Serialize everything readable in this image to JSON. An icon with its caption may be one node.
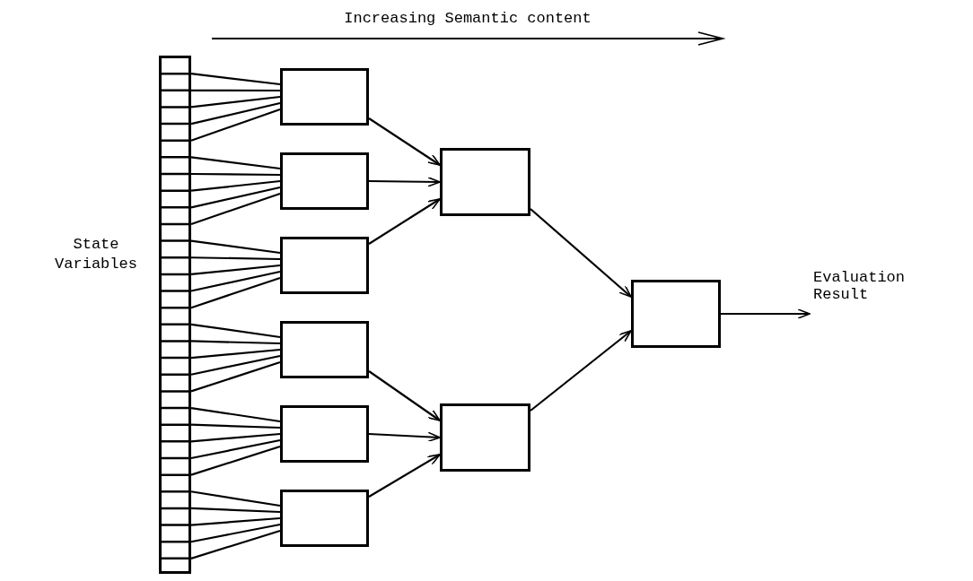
{
  "diagram": {
    "nodes": [
      {
        "text": [],
        "shape": "bar",
        "beside": [
          "State Variables"
        ]
      },
      {
        "text": [],
        "shape": "box"
      },
      {
        "text": [],
        "shape": "box"
      },
      {
        "text": [],
        "shape": "box"
      },
      {
        "text": [],
        "shape": "box"
      },
      {
        "text": [],
        "shape": "box"
      },
      {
        "text": [],
        "shape": "box"
      },
      {
        "text": [],
        "shape": "box"
      },
      {
        "text": [],
        "shape": "box"
      },
      {
        "text": [],
        "shape": "box"
      },
      {
        "text": [
          "Evaluation Result"
        ]
      }
    ],
    "edges": [
      {
        "from": 0,
        "to": 1,
        "arrow": "none"
      },
      {
        "from": 0,
        "to": 1,
        "arrow": "none"
      },
      {
        "from": 0,
        "to": 1,
        "arrow": "none"
      },
      {
        "from": 0,
        "to": 1,
        "arrow": "none"
      },
      {
        "from": 0,
        "to": 1,
        "arrow": "none"
      },
      {
        "from": 0,
        "to": 2,
        "arrow": "none"
      },
      {
        "from": 0,
        "to": 2,
        "arrow": "none"
      },
      {
        "from": 0,
        "to": 2,
        "arrow": "none"
      },
      {
        "from": 0,
        "to": 2,
        "arrow": "none"
      },
      {
        "from": 0,
        "to": 2,
        "arrow": "none"
      },
      {
        "from": 0,
        "to": 3,
        "arrow": "none"
      },
      {
        "from": 0,
        "to": 3,
        "arrow": "none"
      },
      {
        "from": 0,
        "to": 3,
        "arrow": "none"
      },
      {
        "from": 0,
        "to": 3,
        "arrow": "none"
      },
      {
        "from": 0,
        "to": 3,
        "arrow": "none"
      },
      {
        "from": 0,
        "to": 4,
        "arrow": "none"
      },
      {
        "from": 0,
        "to": 4,
        "arrow": "none"
      },
      {
        "from": 0,
        "to": 4,
        "arrow": "none"
      },
      {
        "from": 0,
        "to": 4,
        "arrow": "none"
      },
      {
        "from": 0,
        "to": 4,
        "arrow": "none"
      },
      {
        "from": 0,
        "to": 5,
        "arrow": "none"
      },
      {
        "from": 0,
        "to": 5,
        "arrow": "none"
      },
      {
        "from": 0,
        "to": 5,
        "arrow": "none"
      },
      {
        "from": 0,
        "to": 5,
        "arrow": "none"
      },
      {
        "from": 0,
        "to": 5,
        "arrow": "none"
      },
      {
        "from": 0,
        "to": 6,
        "arrow": "none"
      },
      {
        "from": 0,
        "to": 6,
        "arrow": "none"
      },
      {
        "from": 0,
        "to": 6,
        "arrow": "none"
      },
      {
        "from": 0,
        "to": 6,
        "arrow": "none"
      },
      {
        "from": 0,
        "to": 6,
        "arrow": "none"
      },
      {
        "from": 1,
        "to": 7,
        "arrow": "to"
      },
      {
        "from": 2,
        "to": 7,
        "arrow": "to"
      },
      {
        "from": 3,
        "to": 7,
        "arrow": "to"
      },
      {
        "from": 4,
        "to": 8,
        "arrow": "to"
      },
      {
        "from": 5,
        "to": 8,
        "arrow": "to"
      },
      {
        "from": 6,
        "to": 8,
        "arrow": "to"
      },
      {
        "from": 7,
        "to": 9,
        "arrow": "to"
      },
      {
        "from": 8,
        "to": 9,
        "arrow": "to"
      },
      {
        "from": 9,
        "to": 10,
        "arrow": "to"
      }
    ],
    "labels": [
      "Increasing Semantic content"
    ]
  }
}
